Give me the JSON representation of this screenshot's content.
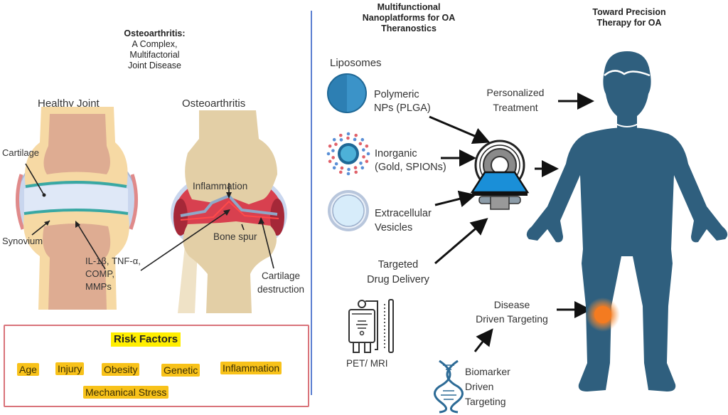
{
  "left_panel": {
    "title_lines": [
      "Osteoarthritis:",
      "A Complex,",
      "Multifactorial",
      "Joint Disease"
    ],
    "healthy_joint": {
      "heading": "Healthy Joint",
      "labels": {
        "cartilage": "Cartilage",
        "synovium": "Synovium",
        "markers": [
          "IL-1β, TNF-α,",
          "COMP,",
          "MMPs"
        ]
      }
    },
    "oa_joint": {
      "heading": "Osteoarthritis",
      "labels": {
        "inflammation": "Inflammation",
        "bone_spur": "Bone spur",
        "cartilage_destruction": [
          "Cartilage",
          "destruction"
        ]
      }
    },
    "risk_factors": {
      "title": "Risk Factors",
      "items": [
        "Age",
        "Injury",
        "Obesity",
        "Genetic",
        "Inflammation",
        "Mechanical Stress"
      ]
    }
  },
  "middle_panel": {
    "title_lines": [
      "Multifunctional",
      "Nanoplatforms for OA",
      "Theranostics"
    ],
    "nanoplatforms": [
      {
        "label_lines": [
          "Liposomes"
        ],
        "icon": "liposome-icon"
      },
      {
        "label_lines": [
          "Polymeric",
          "NPs (PLGA)"
        ],
        "icon": "polymeric-np-icon"
      },
      {
        "label_lines": [
          "Inorganic",
          "(Gold, SPIONs)"
        ],
        "icon": "inorganic-np-icon"
      },
      {
        "label_lines": [
          "Extracellular",
          "Vesicles"
        ],
        "icon": "vesicle-icon"
      }
    ],
    "targeted_delivery": [
      "Targeted",
      "Drug Delivery"
    ],
    "imaging": {
      "label": "PET/ MRI",
      "icon": "pet-mri-scanner-icon"
    },
    "disease_targeting": [
      "Disease",
      "Driven Targeting"
    ],
    "biomarker_targeting": [
      "Biomarker",
      "Driven",
      "Targeting"
    ]
  },
  "right_panel": {
    "title_lines": [
      "Toward Precision",
      "Therapy for OA"
    ],
    "personalized": [
      "Personalized",
      "Treatment"
    ],
    "icon": "human-figure-icon"
  },
  "colors": {
    "divider": "#5b7fd1",
    "risk_border": "#d9737a",
    "risk_tag": "#f8c21a",
    "risk_title": "#ffee00",
    "figure": "#2f5f7e",
    "knee_highlight": "#f07a1e",
    "scanner_blue": "#1a8fd8"
  }
}
